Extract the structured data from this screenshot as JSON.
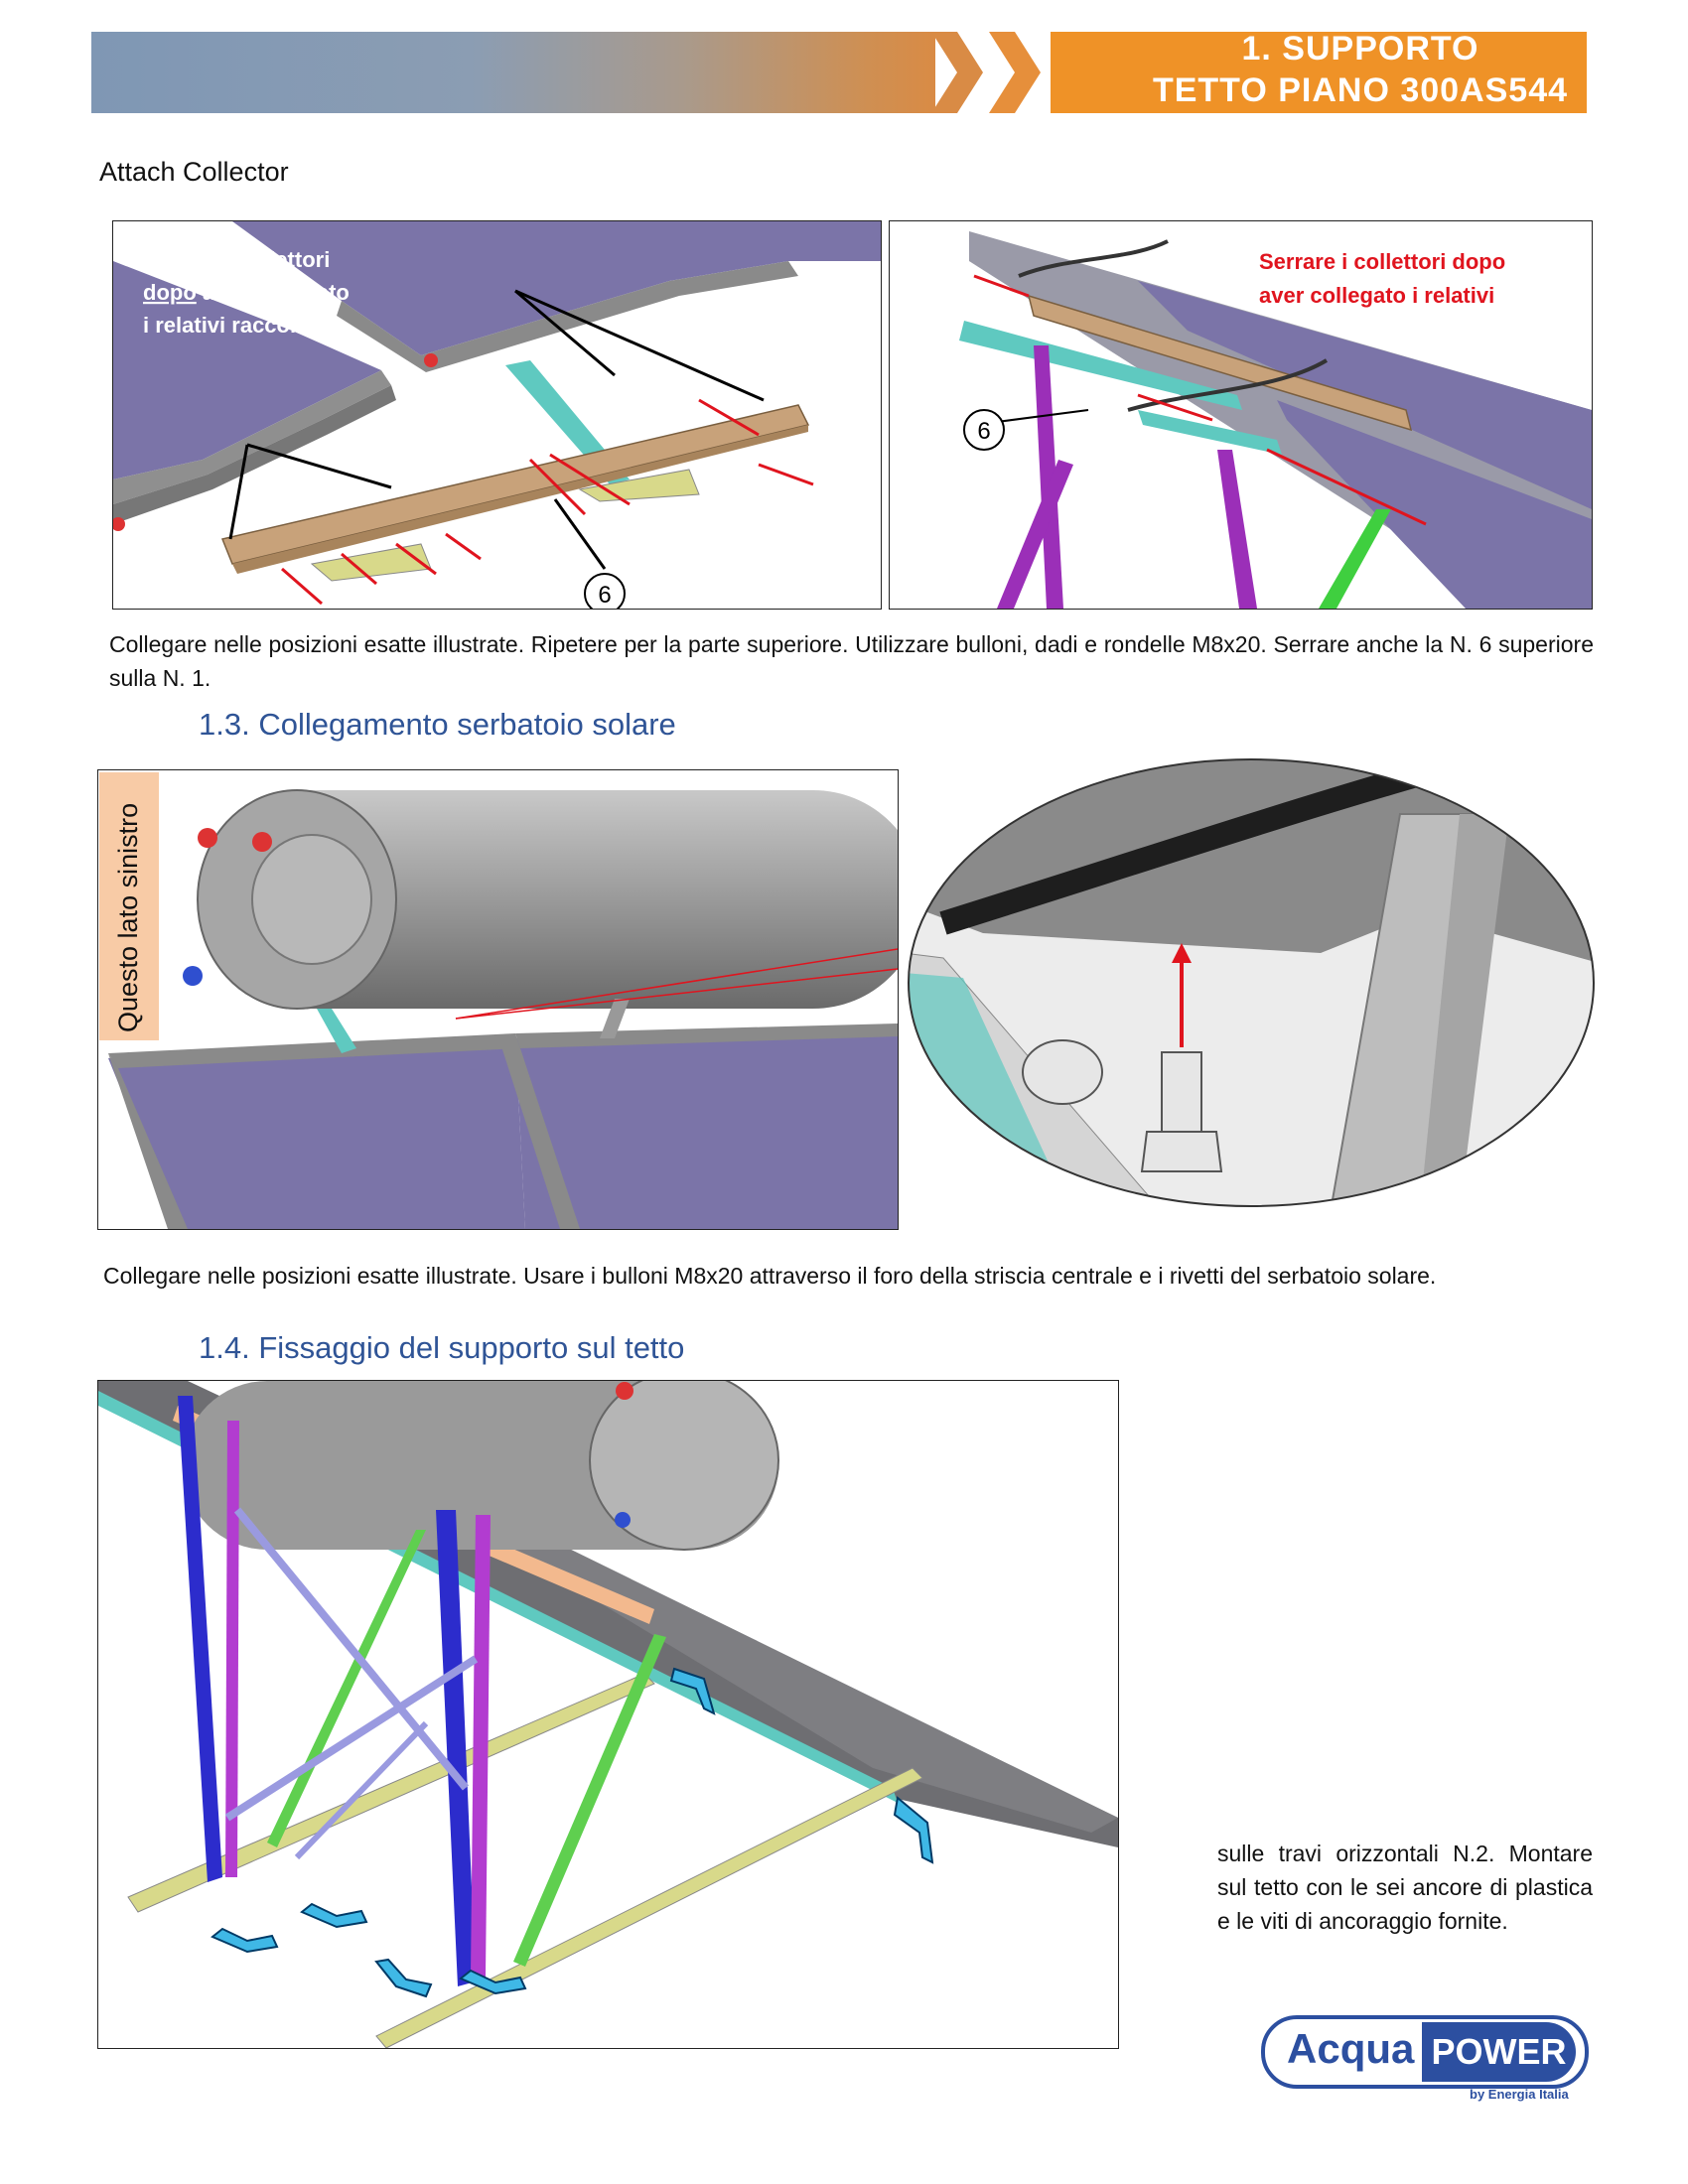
{
  "header": {
    "title_line1": "1.   SUPPORTO",
    "title_line2": "TETTO PIANO 300AS544"
  },
  "section_top": {
    "label": "Attach Collector",
    "figure_left_callout": [
      "Serrare i collettori",
      "dopo",
      " aver collegato",
      "i relativi raccordi"
    ],
    "figure_right_callout": [
      "Serrare i collettori dopo",
      "aver collegato i relativi"
    ],
    "part_number": "6",
    "caption": "Collegare nelle posizioni esatte illustrate. Ripetere per la parte superiore. Utilizzare bulloni, dadi e rondelle M8x20.  Serrare anche la N. 6 superiore sulla N. 1."
  },
  "section_13": {
    "heading": "1.3. Collegamento serbatoio solare",
    "side_label": "Questo lato sinistro",
    "caption": "Collegare nelle posizioni esatte illustrate. Usare i bulloni M8x20 attraverso il foro della striscia centrale e i rivetti del serbatoio solare."
  },
  "section_14": {
    "heading": "1.4.  Fissaggio del supporto sul tetto",
    "side_text": "sulle travi orizzontali N.2. Montare sul tetto con le sei ancore di plastica e le viti di ancoraggio fornite."
  },
  "logo": {
    "acqua": "Acqua",
    "power": "POWER",
    "sub": "by Energia Italia"
  },
  "colors": {
    "banner_orange": "#ef9227",
    "heading_blue": "#2f5496",
    "panel_purple": "#7b74a8",
    "callout_red": "#e0141e",
    "arrow_cyan": "#3fb8e6"
  }
}
